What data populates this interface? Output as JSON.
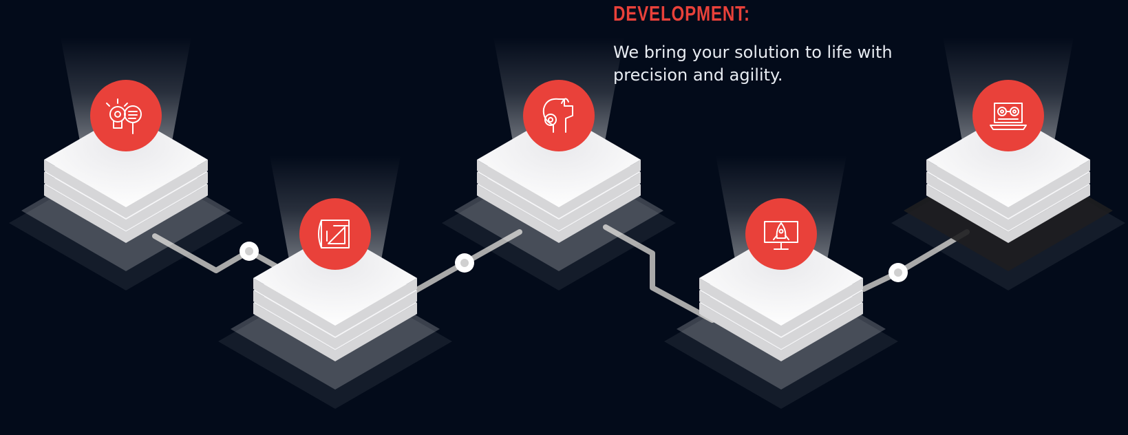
{
  "section": {
    "heading": "DEVELOPMENT:",
    "description": "We bring your solution to life with precision and agility."
  },
  "colors": {
    "background": "#030b1a",
    "accent": "#e9413a",
    "connector": "#a9a9a9",
    "node_face": "#ffffff"
  },
  "steps": [
    {
      "id": "research",
      "icon": "lightbulb-gear-magnifier-icon",
      "tile": "light"
    },
    {
      "id": "planning",
      "icon": "blueprint-ruler-icon",
      "tile": "light"
    },
    {
      "id": "development",
      "icon": "head-gear-puzzle-icon",
      "tile": "light"
    },
    {
      "id": "launch",
      "icon": "monitor-rocket-icon",
      "tile": "light"
    },
    {
      "id": "maintenance",
      "icon": "laptop-gears-icon",
      "tile": "dark"
    }
  ]
}
